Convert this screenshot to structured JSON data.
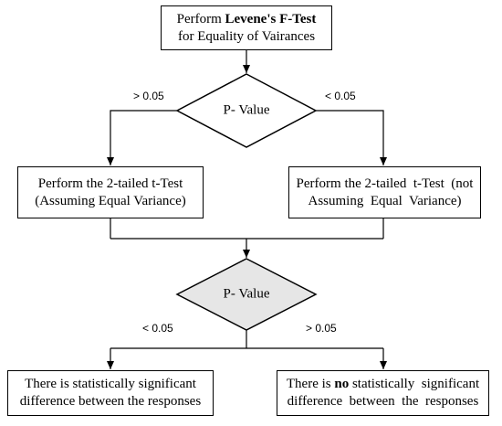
{
  "start": {
    "line1_pre": "Perform ",
    "line1_bold": "Levene's F-Test",
    "line2": "for Equality  of Vairances"
  },
  "decision1": {
    "label": "P- Value"
  },
  "edge_labels": {
    "left_top": "> 0.05",
    "right_top": "< 0.05",
    "left_bottom": "< 0.05",
    "right_bottom": "> 0.05"
  },
  "box_left": {
    "line1": "Perform the 2-tailed t-Test",
    "line2": "(Assuming Equal Variance)"
  },
  "box_right": {
    "line1": "Perform the 2-tailed  t-Test  (not",
    "line2": "Assuming  Equal  Variance)"
  },
  "decision2": {
    "label": "P- Value"
  },
  "result_left": {
    "line1": "There is statistically significant",
    "line2": "difference between the responses"
  },
  "result_right": {
    "line1_pre": "There is ",
    "line1_bold": "no",
    "line1_post": " statistically  significant",
    "line2": "difference  between  the  responses"
  },
  "colors": {
    "line": "#000000",
    "decision2_fill": "#e6e6e6"
  }
}
